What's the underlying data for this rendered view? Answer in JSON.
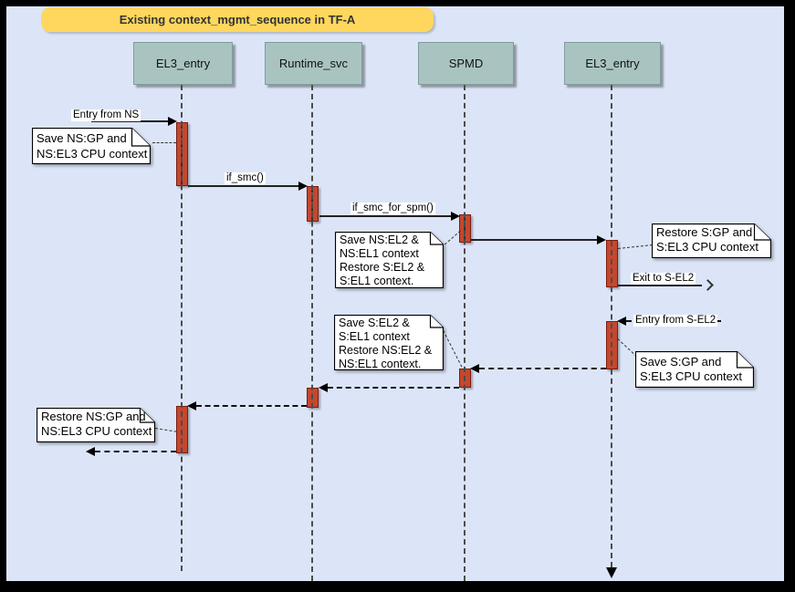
{
  "diagram": {
    "title": "Existing context_mgmt_sequence in TF-A",
    "participants": [
      {
        "label": "EL3_entry"
      },
      {
        "label": "Runtime_svc"
      },
      {
        "label": "SPMD"
      },
      {
        "label": "EL3_entry"
      }
    ],
    "messages": [
      {
        "label": "Entry from NS",
        "from": "external",
        "to": "EL3_entry(1)",
        "style": "solid"
      },
      {
        "label": "if_smc()",
        "from": "EL3_entry(1)",
        "to": "Runtime_svc",
        "style": "solid"
      },
      {
        "label": "if_smc_for_spm()",
        "from": "Runtime_svc",
        "to": "SPMD",
        "style": "solid"
      },
      {
        "label": "",
        "from": "SPMD",
        "to": "EL3_entry(2)",
        "style": "solid"
      },
      {
        "label": "Exit to S-EL2",
        "from": "EL3_entry(2)",
        "to": "external",
        "style": "solid-open"
      },
      {
        "label": "Entry from S-EL2",
        "from": "external",
        "to": "EL3_entry(2)",
        "style": "dashed"
      },
      {
        "label": "",
        "from": "EL3_entry(2)",
        "to": "SPMD",
        "style": "dashed"
      },
      {
        "label": "",
        "from": "SPMD",
        "to": "Runtime_svc",
        "style": "dashed"
      },
      {
        "label": "",
        "from": "Runtime_svc",
        "to": "EL3_entry(1)",
        "style": "dashed"
      },
      {
        "label": "",
        "from": "EL3_entry(1)",
        "to": "external",
        "style": "dashed"
      }
    ],
    "notes": [
      {
        "text": "Save NS:GP and\nNS:EL3 CPU context"
      },
      {
        "text": "Save NS:EL2 &\nNS:EL1 context\nRestore S:EL2 &\nS:EL1 context."
      },
      {
        "text": "Restore S:GP and\nS:EL3 CPU context"
      },
      {
        "text": "Save S:GP and\nS:EL3 CPU context"
      },
      {
        "text": "Save S:EL2 &\nS:EL1 context\nRestore NS:EL2 &\nNS:EL1 context."
      },
      {
        "text": "Restore NS:GP and\nNS:EL3 CPU context"
      }
    ],
    "colors": {
      "background": "#dce5f8",
      "frame": "#000000",
      "title_fill": "#ffd75e",
      "participant_fill": "#a9c4c0",
      "participant_border": "#7f9d9a",
      "activation_fill": "#c5472e",
      "activation_border": "#7c1c0e",
      "note_fill": "#ffffff"
    }
  }
}
